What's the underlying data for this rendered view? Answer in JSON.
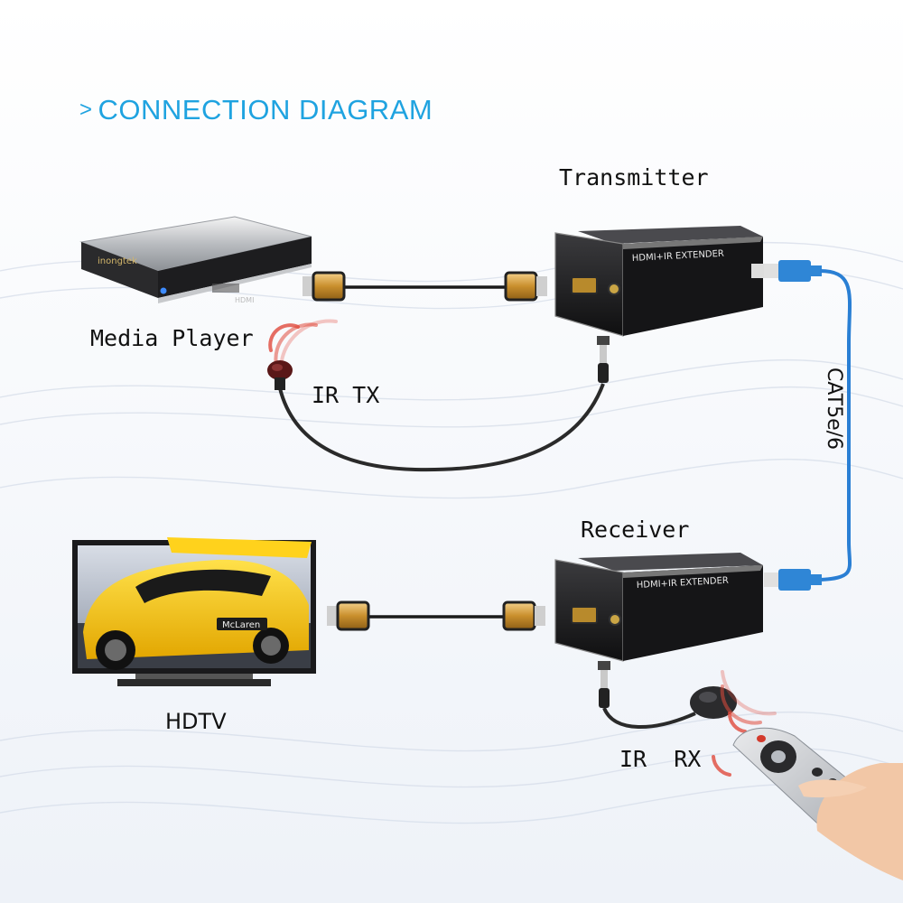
{
  "title": {
    "arrow": ">",
    "text": "CONNECTION DIAGRAM"
  },
  "labels": {
    "transmitter": "Transmitter",
    "media_player": "Media Player",
    "ir_tx": "IR TX",
    "receiver": "Receiver",
    "hdtv": "HDTV",
    "ir_rx": "IR  RX",
    "cable": "CAT5e/6"
  },
  "device_text": {
    "media_player_brand": "inongtek",
    "media_player_hdmi": "HDMI",
    "transmitter_name": "HDMI+IR EXTENDER",
    "receiver_name": "HDMI+IR EXTENDER",
    "tv_car_badge": "McLaren"
  },
  "colors": {
    "title": "#1fa3e0",
    "cable_blue": "#2a7fd4",
    "rj45_blue": "#2f86d6",
    "hdmi_gold": "#d9a441",
    "device_body": "#1b1b1d",
    "signal_red": "#e04a3c"
  }
}
